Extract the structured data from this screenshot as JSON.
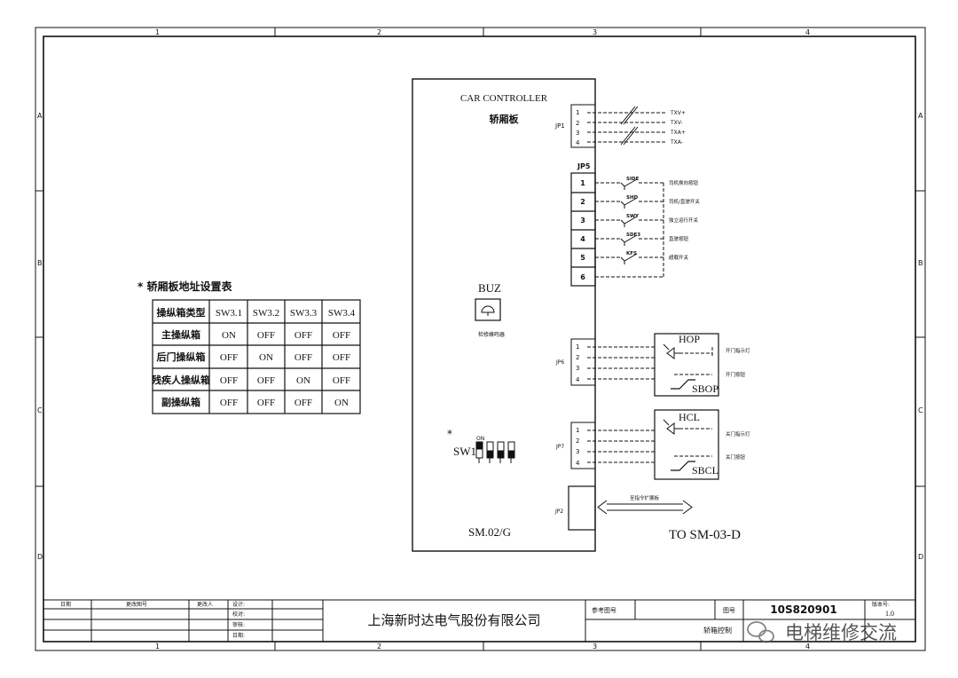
{
  "border": {
    "col_labels": [
      "1",
      "2",
      "3",
      "4"
    ],
    "row_labels": [
      "A",
      "B",
      "C",
      "D"
    ]
  },
  "controller": {
    "title_en": "CAR CONTROLLER",
    "title_cn": "轿厢板",
    "model": "SM.02/G",
    "to_label": "TO SM-03-D",
    "buz_label": "BUZ",
    "buz_desc": "检修蜂鸣器",
    "sw_label": "SW1",
    "sw_on": "ON",
    "sw_star": "*",
    "expansion_desc": "至指令扩展板"
  },
  "jp1": {
    "name": "JP1",
    "pins": [
      "1",
      "2",
      "3",
      "4"
    ],
    "signals": [
      "TXV+",
      "TXV-",
      "TXA+",
      "TXA-"
    ]
  },
  "jp5": {
    "name": "JP5",
    "pins": [
      "1",
      "2",
      "3",
      "4",
      "5",
      "6"
    ],
    "switches": [
      "SIDE",
      "SHD",
      "SWY",
      "SDF3",
      "KFS",
      ""
    ],
    "descs": [
      "司机换向按钮",
      "司机/直驶开关",
      "独立运行开关",
      "直驶按钮",
      "超载开关",
      ""
    ]
  },
  "jp6": {
    "name": "JP6",
    "pins": [
      "1",
      "2",
      "3",
      "4"
    ],
    "box_top": "HOP",
    "box_bottom": "SBOP",
    "desc1": "开门指示灯",
    "desc2": "开门按钮"
  },
  "jp7": {
    "name": "JP7",
    "pins": [
      "1",
      "2",
      "3",
      "4"
    ],
    "box_top": "HCL",
    "box_bottom": "SBCL",
    "desc1": "关门指示灯",
    "desc2": "关门按钮"
  },
  "jp2": {
    "name": "JP2"
  },
  "address_table": {
    "title": "* 轿厢板地址设置表",
    "headers": [
      "操纵箱类型",
      "SW3.1",
      "SW3.2",
      "SW3.3",
      "SW3.4"
    ],
    "rows": [
      [
        "主操纵箱",
        "ON",
        "OFF",
        "OFF",
        "OFF"
      ],
      [
        "后门操纵箱",
        "OFF",
        "ON",
        "OFF",
        "OFF"
      ],
      [
        "残疾人操纵箱",
        "OFF",
        "OFF",
        "ON",
        "OFF"
      ],
      [
        "副操纵箱",
        "OFF",
        "OFF",
        "OFF",
        "ON"
      ]
    ]
  },
  "title_block": {
    "date_col": "日期",
    "change_col": "更改图号",
    "changer_col": "更改人",
    "design": "设计:",
    "check": "校对:",
    "review": "审核:",
    "dated": "日期:",
    "company": "上海新时达电气股份有限公司",
    "ref_label": "参考图号",
    "drawing_label": "图号",
    "drawing_no": "10S820901",
    "version_label": "版本号:",
    "version": "1.0",
    "drawing_name": "轿箱控制",
    "watermark": "电梯维修交流"
  }
}
